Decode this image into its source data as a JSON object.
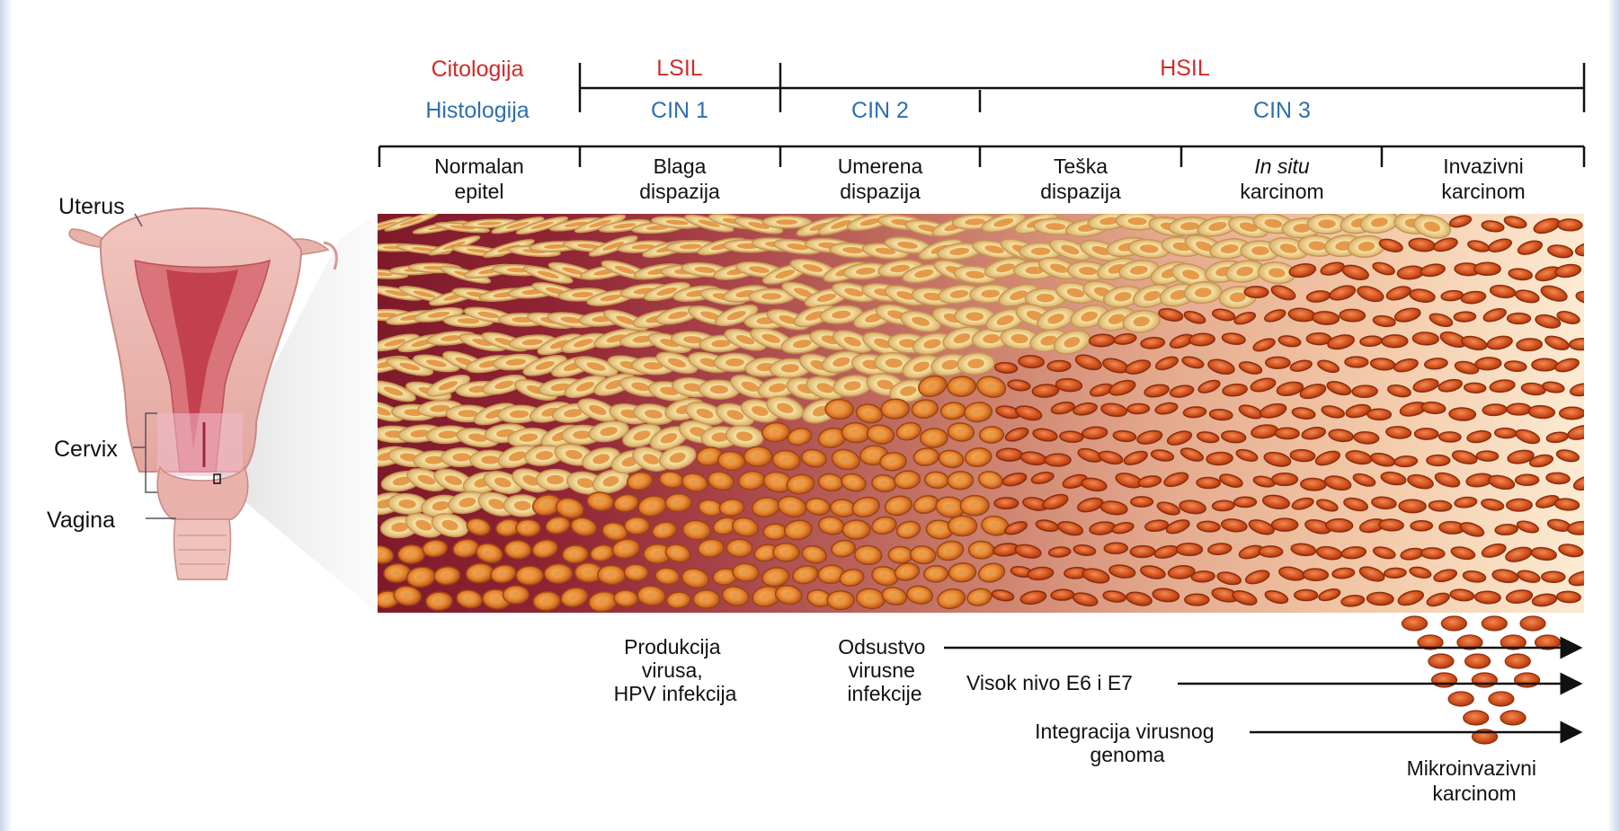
{
  "labels": {
    "citologija": "Citologija",
    "histologija": "Histologija",
    "lsil": "LSIL",
    "hsil": "HSIL",
    "cin1": "CIN 1",
    "cin2": "CIN 2",
    "cin3": "CIN 3"
  },
  "stages": [
    {
      "line1": "Normalan",
      "line2": "epitel",
      "italic": false
    },
    {
      "line1": "Blaga",
      "line2": "dispazija",
      "italic": false
    },
    {
      "line1": "Umerena",
      "line2": "dispazija",
      "italic": false
    },
    {
      "line1": "Teška",
      "line2": "dispazija",
      "italic": false
    },
    {
      "line1": "In situ",
      "line2": "karcinom",
      "italic": true
    },
    {
      "line1": "Invazivni",
      "line2": "karcinom",
      "italic": false
    }
  ],
  "anatomy": {
    "uterus": "Uterus",
    "cervix": "Cervix",
    "vagina": "Vagina"
  },
  "notes": {
    "production_1": "Produkcija",
    "production_2": "virusa,",
    "production_3": "HPV infekcija",
    "absence_1": "Odsustvo",
    "absence_2": "virusne",
    "absence_3": "infekcije",
    "e6e7": "Visok nivo E6 i E7",
    "integration_1": "Integracija virusnog",
    "integration_2": "genoma",
    "micro_1": "Mikroinvazivni",
    "micro_2": "karcinom"
  },
  "colors": {
    "cytology": "#d12b2b",
    "histology": "#2e6fb0",
    "normal_bg": "#8b1f2e",
    "cancer_bg": "#fbe3c8"
  }
}
